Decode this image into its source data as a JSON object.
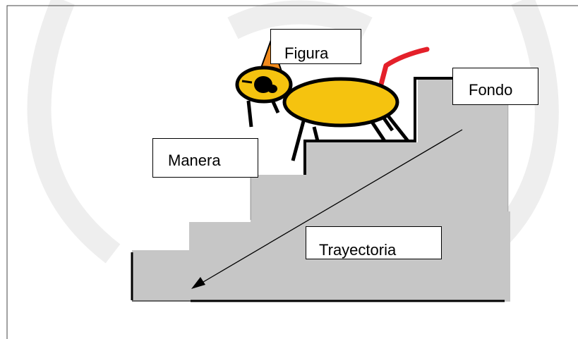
{
  "labels": {
    "figura": "Figura",
    "fondo": "Fondo",
    "manera": "Manera",
    "trayectoria": "Trayectoria"
  },
  "colors": {
    "stairs_gray": "#c6c6c6",
    "watermark_gray": "#ededed",
    "cat_body_yellow": "#f5c30f",
    "cat_hat_orange": "#f08a1c",
    "cat_tail_red": "#e4202a",
    "outline_black": "#000000"
  },
  "icons": [
    "cat-icon",
    "stairs-icon",
    "arrow-icon"
  ]
}
